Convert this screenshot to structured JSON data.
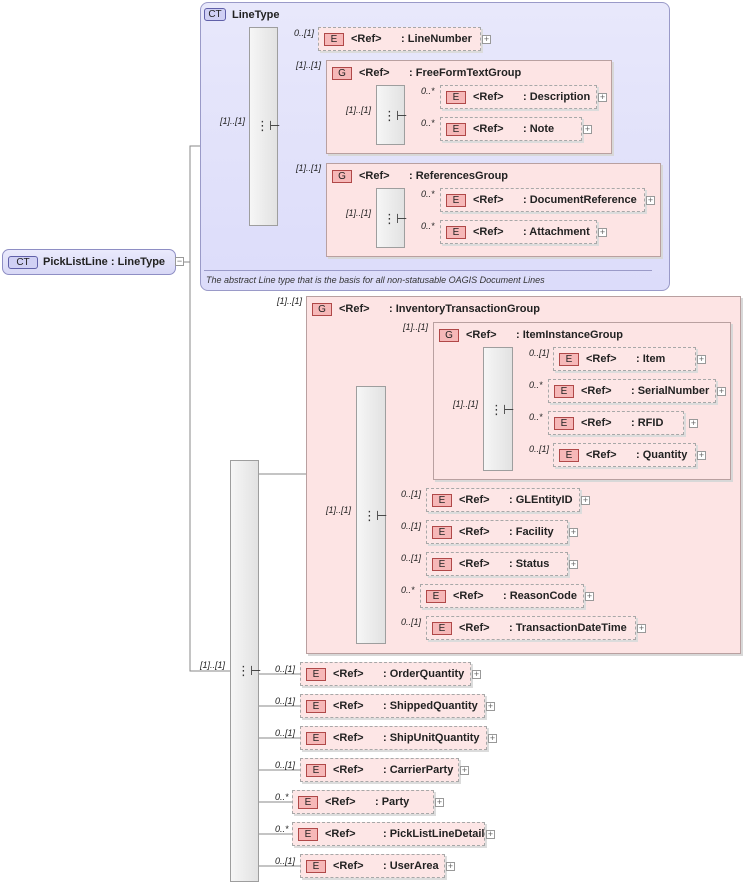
{
  "root": {
    "badge": "CT",
    "label": "PickListLine : LineType"
  },
  "linetype": {
    "badge": "CT",
    "title": "LineType",
    "note": "The abstract Line type that is the basis for all non-statusable OAGIS Document Lines",
    "seq_card": "[1]..[1]",
    "line_number": {
      "card": "0..[1]",
      "badge": "E",
      "ref": "<Ref>",
      "name": ": LineNumber"
    },
    "freeform": {
      "card": "[1]..[1]",
      "badge": "G",
      "ref": "<Ref>",
      "name": ": FreeFormTextGroup",
      "seq_card": "[1]..[1]",
      "items": [
        {
          "card": "0..*",
          "badge": "E",
          "ref": "<Ref>",
          "name": ": Description"
        },
        {
          "card": "0..*",
          "badge": "E",
          "ref": "<Ref>",
          "name": ": Note"
        }
      ]
    },
    "references": {
      "card": "[1]..[1]",
      "badge": "G",
      "ref": "<Ref>",
      "name": ": ReferencesGroup",
      "seq_card": "[1]..[1]",
      "items": [
        {
          "card": "0..*",
          "badge": "E",
          "ref": "<Ref>",
          "name": ": DocumentReference"
        },
        {
          "card": "0..*",
          "badge": "E",
          "ref": "<Ref>",
          "name": ": Attachment"
        }
      ]
    }
  },
  "main_seq_card": "[1]..[1]",
  "inventory": {
    "card": "[1]..[1]",
    "badge": "G",
    "ref": "<Ref>",
    "name": ": InventoryTransactionGroup",
    "seq_card": "[1]..[1]",
    "item_instance": {
      "card": "[1]..[1]",
      "badge": "G",
      "ref": "<Ref>",
      "name": ": ItemInstanceGroup",
      "seq_card": "[1]..[1]",
      "items": [
        {
          "card": "0..[1]",
          "badge": "E",
          "ref": "<Ref>",
          "name": ": Item"
        },
        {
          "card": "0..*",
          "badge": "E",
          "ref": "<Ref>",
          "name": ": SerialNumber"
        },
        {
          "card": "0..*",
          "badge": "E",
          "ref": "<Ref>",
          "name": ": RFID"
        },
        {
          "card": "0..[1]",
          "badge": "E",
          "ref": "<Ref>",
          "name": ": Quantity"
        }
      ]
    },
    "items": [
      {
        "card": "0..[1]",
        "badge": "E",
        "ref": "<Ref>",
        "name": ": GLEntityID"
      },
      {
        "card": "0..[1]",
        "badge": "E",
        "ref": "<Ref>",
        "name": ": Facility"
      },
      {
        "card": "0..[1]",
        "badge": "E",
        "ref": "<Ref>",
        "name": ": Status"
      },
      {
        "card": "0..*",
        "badge": "E",
        "ref": "<Ref>",
        "name": ": ReasonCode"
      },
      {
        "card": "0..[1]",
        "badge": "E",
        "ref": "<Ref>",
        "name": ": TransactionDateTime"
      }
    ]
  },
  "bottom_items": [
    {
      "card": "0..[1]",
      "badge": "E",
      "ref": "<Ref>",
      "name": ": OrderQuantity"
    },
    {
      "card": "0..[1]",
      "badge": "E",
      "ref": "<Ref>",
      "name": ": ShippedQuantity"
    },
    {
      "card": "0..[1]",
      "badge": "E",
      "ref": "<Ref>",
      "name": ": ShipUnitQuantity"
    },
    {
      "card": "0..[1]",
      "badge": "E",
      "ref": "<Ref>",
      "name": ": CarrierParty"
    },
    {
      "card": "0..*",
      "badge": "E",
      "ref": "<Ref>",
      "name": ": Party"
    },
    {
      "card": "0..*",
      "badge": "E",
      "ref": "<Ref>",
      "name": ": PickListLineDetail"
    },
    {
      "card": "0..[1]",
      "badge": "E",
      "ref": "<Ref>",
      "name": ": UserArea"
    }
  ],
  "icons": {
    "expand": "plus-icon",
    "sequence": "sequence-icon",
    "complex_type": "complex-type-icon"
  }
}
